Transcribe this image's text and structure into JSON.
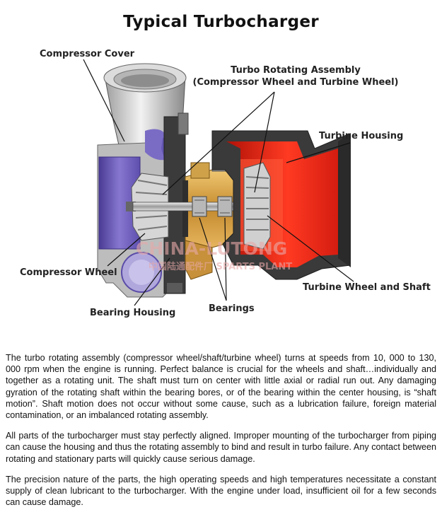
{
  "title": "Typical Turbocharger",
  "labels": {
    "compressor_cover": "Compressor Cover",
    "rotating_assembly_line1": "Turbo Rotating Assembly",
    "rotating_assembly_line2": "(Compressor Wheel and Turbine Wheel)",
    "turbine_housing": "Turbine Housing",
    "compressor_wheel": "Compressor Wheel",
    "bearing_housing": "Bearing Housing",
    "bearings": "Bearings",
    "turbine_wheel_shaft": "Turbine Wheel and Shaft"
  },
  "watermark": {
    "line1": "CHINA-LUTONG",
    "line2": "中国陆通配件厂 SPARTS PLANT"
  },
  "paragraphs": [
    "The turbo rotating assembly (compressor wheel/shaft/turbine wheel) turns at speeds from 10, 000 to 130, 000 rpm when the engine is running.  Perfect balance is crucial for the wheels and shaft…individually and together as a rotating unit.  The shaft must turn on center with little axial or radial run out.  Any damaging gyration of the rotating shaft within the bearing bores, or of the bearing within the center housing, is “shaft motion”.  Shaft motion does not occur without some cause, such as a lubrication failure, foreign material contamination, or an imbalanced rotating assembly.",
    "All parts of the turbocharger must stay perfectly aligned.  Improper mounting of the turbocharger from piping can cause the housing and thus the rotating assembly to bind and result in turbo failure.  Any contact between rotating and stationary parts will quickly cause serious damage.",
    "The precision nature of the parts, the high operating speeds and high temperatures necessitate a constant supply of clean lubricant to the turbocharger.  With the engine under load, insufficient oil for a few seconds can cause damage."
  ],
  "colors": {
    "compressor_purple": "#6f5fb8",
    "turbine_red": "#e32117",
    "housing_dark": "#3a3a3a",
    "bearing_gold": "#d9a441",
    "cover_gray": "#c9c9c9"
  }
}
